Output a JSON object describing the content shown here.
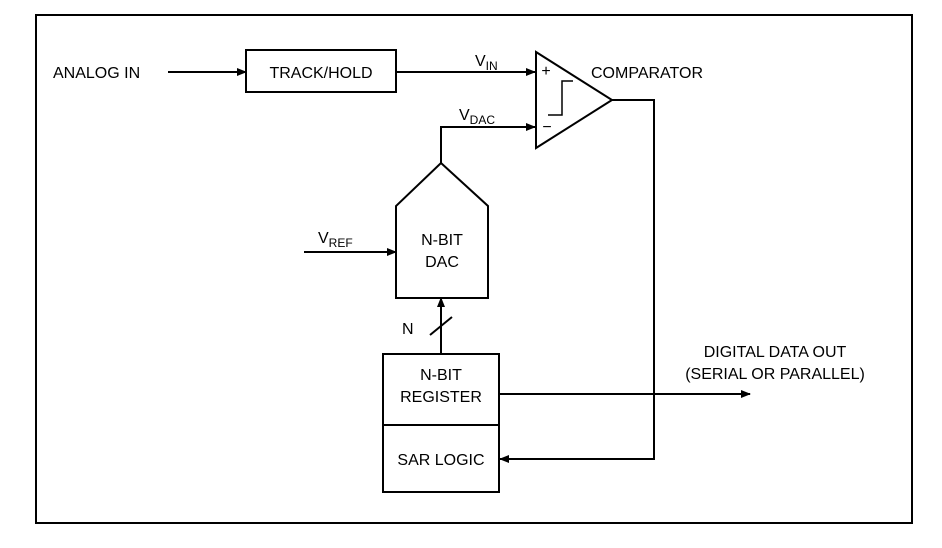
{
  "labels": {
    "analog_in": "ANALOG IN",
    "track_hold": "TRACK/HOLD",
    "vin_main": "V",
    "vin_sub": "IN",
    "comparator": "COMPARATOR",
    "plus_sign": "+",
    "minus_sign": "−",
    "vdac_main": "V",
    "vdac_sub": "DAC",
    "vref_main": "V",
    "vref_sub": "REF",
    "dac_line1": "N-BIT",
    "dac_line2": "DAC",
    "bus_n": "N",
    "register_line1": "N-BIT",
    "register_line2": "REGISTER",
    "sar_logic": "SAR LOGIC",
    "digital_out_line1": "DIGITAL DATA OUT",
    "digital_out_line2": "(SERIAL OR PARALLEL)"
  },
  "colors": {
    "line": "#000000",
    "background": "#ffffff"
  }
}
